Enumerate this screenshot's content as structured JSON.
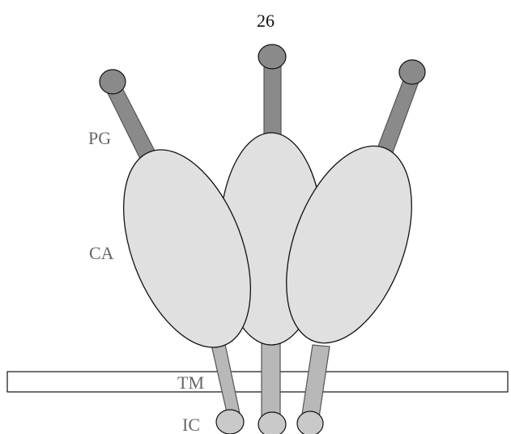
{
  "page_number": "26",
  "labels": {
    "pg": "PG",
    "ca": "CA",
    "tm": "TM",
    "ic": "IC"
  },
  "colors": {
    "ellipse_fill": "#e0e0e0",
    "dark_stalk": "#8a8a8a",
    "light_stalk": "#b8b8b8",
    "ic_fill": "#c9c9c9",
    "outline": "#111111",
    "label_text": "#666666"
  }
}
